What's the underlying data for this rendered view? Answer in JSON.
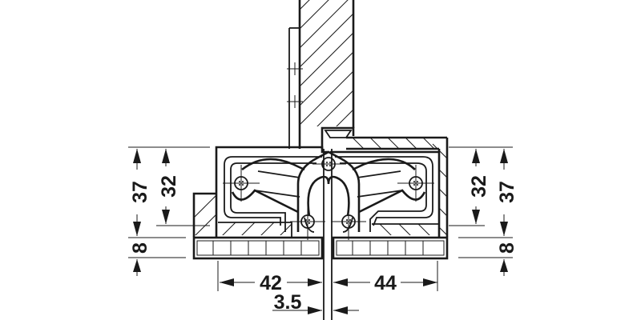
{
  "diagram": {
    "subject": "concealed hinge cross-section with installation dimensions",
    "line_color": "#1a1a1a",
    "background": "#ffffff",
    "dimensions": {
      "left_total_height": "37",
      "left_body_height": "32",
      "left_plate_height": "8",
      "right_body_height": "32",
      "right_total_height": "37",
      "right_plate_height": "8",
      "left_width": "42",
      "right_width": "44",
      "gap": "3.5"
    }
  }
}
